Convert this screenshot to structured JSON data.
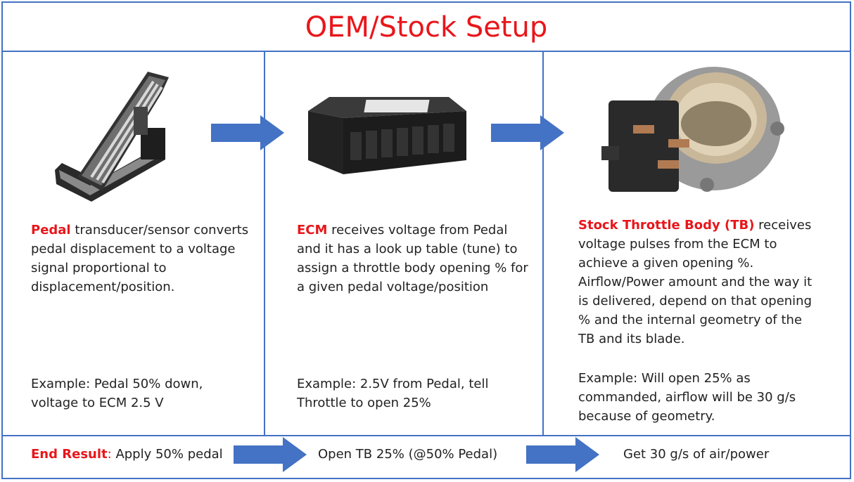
{
  "title": "OEM/Stock Setup",
  "colors": {
    "accent_red": "#e8161b",
    "border_blue": "#4472c4",
    "arrow_blue": "#4472c4"
  },
  "columns": [
    {
      "image": "accelerator-pedal-photo",
      "highlight": "Pedal",
      "description": " transducer/sensor converts pedal displacement to a voltage signal proportional to displacement/position.",
      "example": "Example: Pedal 50% down, voltage to ECM 2.5 V"
    },
    {
      "image": "ecm-module-photo",
      "highlight": "ECM",
      "description": " receives voltage from Pedal and it has a look up table (tune) to assign a throttle body opening % for a given pedal voltage/position",
      "example": "Example: 2.5V from Pedal, tell Throttle to open 25%"
    },
    {
      "image": "throttle-body-photo",
      "highlight": "Stock Throttle Body (TB)",
      "description": " receives voltage pulses from the ECM to achieve a given opening %. Airflow/Power amount and the way it is delivered, depend on that opening % and the internal geometry of the TB and its blade.",
      "example": "Example: Will open 25% as commanded, airflow will be 30 g/s because of geometry."
    }
  ],
  "result": {
    "label": "End Result",
    "sep": ":",
    "step1": " Apply 50% pedal",
    "step2": "Open TB 25% (@50% Pedal)",
    "step3": "Get 30 g/s of air/power"
  }
}
